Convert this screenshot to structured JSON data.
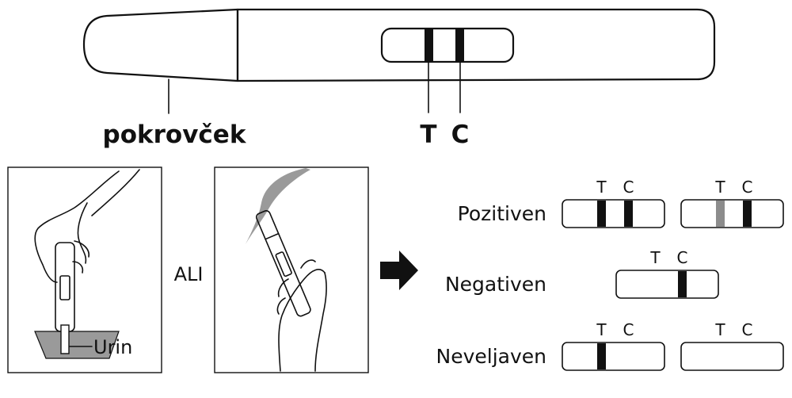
{
  "labels": {
    "cap": "pokrovček",
    "t": "T",
    "c": "C",
    "or": "ALI",
    "urine": "Urin"
  },
  "results": [
    {
      "label": "Pozitiven",
      "strips": [
        {
          "t": "T",
          "c": "C",
          "t_line": "dark",
          "c_line": "dark"
        },
        {
          "t": "T",
          "c": "C",
          "t_line": "faint",
          "c_line": "dark"
        }
      ]
    },
    {
      "label": "Negativen",
      "strips": [
        {
          "t": "T",
          "c": "C",
          "t_line": "none",
          "c_line": "dark"
        }
      ]
    },
    {
      "label": "Neveljaven",
      "strips": [
        {
          "t": "T",
          "c": "C",
          "t_line": "dark",
          "c_line": "none"
        },
        {
          "t": "T",
          "c": "C",
          "t_line": "none",
          "c_line": "none"
        }
      ]
    }
  ],
  "colors": {
    "ink": "#111111",
    "faint_line": "#8c8c8c",
    "urine": "#9a9a9a",
    "background": "#ffffff"
  },
  "icons": {
    "arrow": "right-arrow-icon",
    "hand": "hand-icon",
    "stream": "urine-stream-icon",
    "cup": "cup-icon"
  }
}
